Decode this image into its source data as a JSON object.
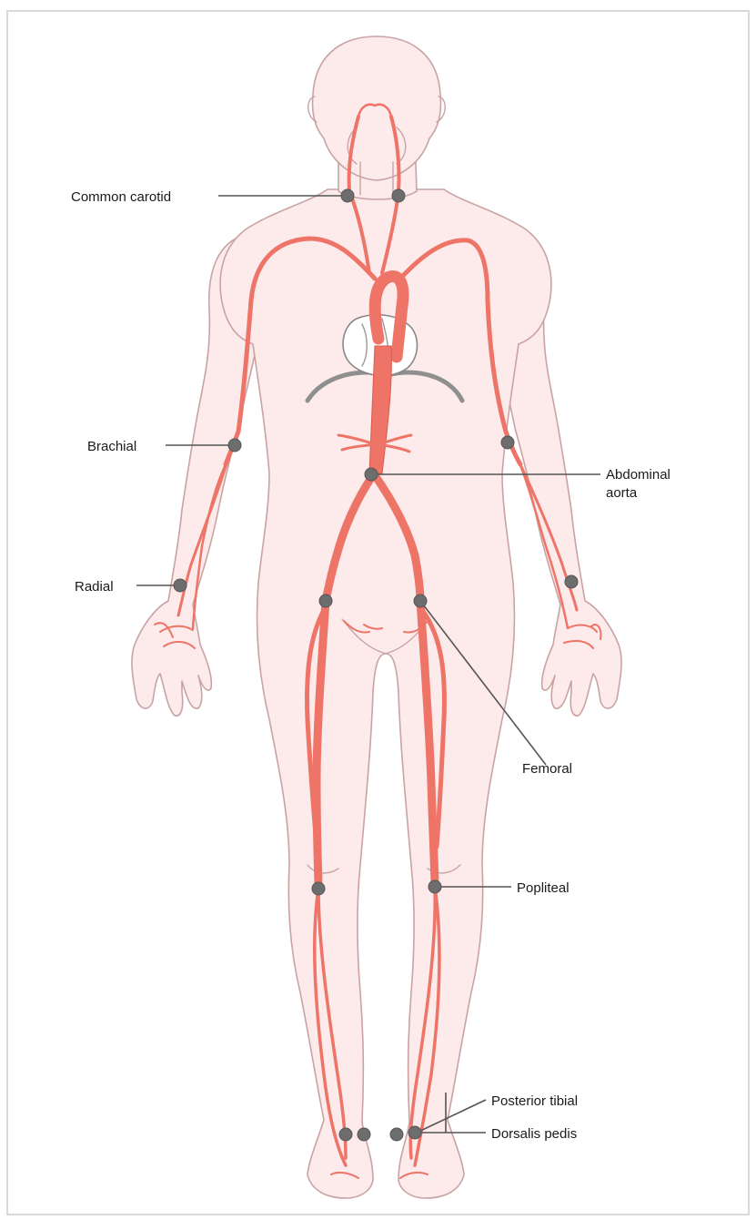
{
  "labels": {
    "common_carotid": "Common carotid",
    "brachial": "Brachial",
    "radial": "Radial",
    "abdominal_aorta_line1": "Abdominal",
    "abdominal_aorta_line2": "aorta",
    "femoral": "Femoral",
    "popliteal": "Popliteal",
    "posterior_tibial": "Posterior tibial",
    "dorsalis_pedis": "Dorsalis pedis"
  },
  "colors": {
    "skin": "#fdeaea",
    "outline": "#c9a3a3",
    "artery": "#ee7468",
    "pulse_point": "#6d6d6d",
    "diaphragm": "#8f8f8f"
  }
}
